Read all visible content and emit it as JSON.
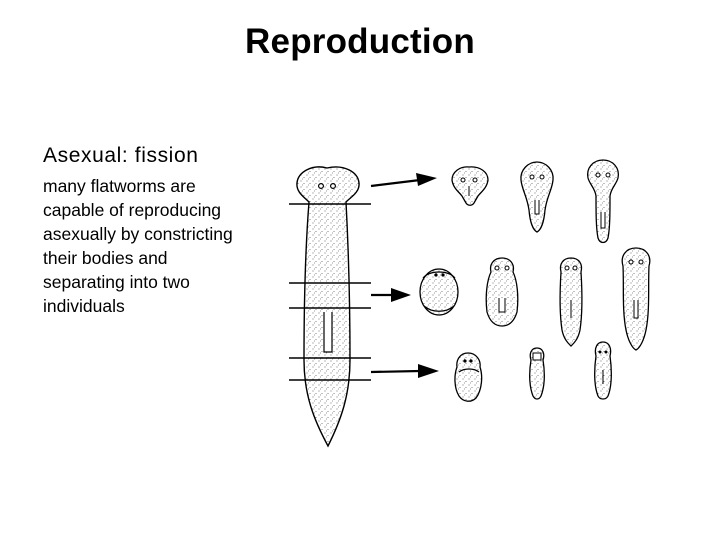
{
  "slide": {
    "title": "Reproduction",
    "subtitle": "Asexual: fission",
    "body_lines": [
      "many flatworms are",
      "capable of reproducing",
      "asexually by constricting",
      "their bodies and",
      "separating into two",
      "individuals"
    ]
  },
  "colors": {
    "ink": "#000000",
    "background": "#ffffff",
    "stipple": "#555555"
  },
  "figure": {
    "name": "planarian-fission-illustration",
    "parts": [
      "parent-flatworm",
      "fission-lines",
      "arrows",
      "regenerating-fragments"
    ]
  }
}
